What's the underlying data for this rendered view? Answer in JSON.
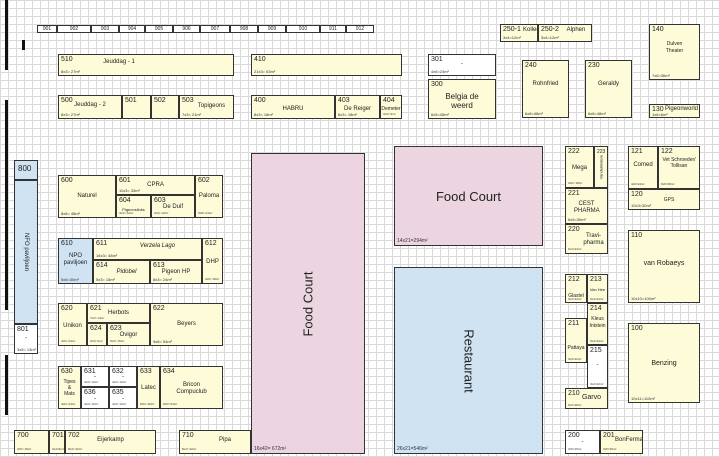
{
  "top_strip": [
    "901",
    "902",
    "903",
    "904",
    "905",
    "906",
    "907",
    "908",
    "909",
    "910",
    "911",
    "912"
  ],
  "stands": {
    "s510": {
      "num": "510",
      "name": "Jeuddag - 1",
      "size": "8x3= 27m²"
    },
    "s410": {
      "num": "410",
      "name": "",
      "size": "21x3= 63m²"
    },
    "s500": {
      "num": "500",
      "name": "Jeuddag - 2",
      "size": "8x3= 27m²"
    },
    "s501": {
      "num": "501",
      "name": "",
      "size": ""
    },
    "s502": {
      "num": "502",
      "name": "",
      "size": ""
    },
    "s503": {
      "num": "503",
      "name": "Topigeons",
      "size": "7x3= 21m²"
    },
    "s400": {
      "num": "400",
      "name": "HABRU",
      "size": "8x3= 18m²"
    },
    "s403": {
      "num": "403",
      "name": "De Reiger",
      "size": "6x3= 18m²"
    },
    "s404": {
      "num": "404",
      "name": "Demeter",
      "size": "3x3= 9m²"
    },
    "s301": {
      "num": "301",
      "name": "-",
      "size": "4x6=24m²"
    },
    "s300": {
      "num": "300",
      "name": "Belgia de weerd",
      "size": "6x5=45m²"
    },
    "s250_1": {
      "num": "250-1",
      "name": "Kollee",
      "size": "3x4=12m²"
    },
    "s250_2": {
      "num": "250-2",
      "name": "Alphen",
      "size": "3x4=12m²"
    },
    "s240": {
      "num": "240",
      "name": "Rohnfried",
      "size": "6x8=48m²"
    },
    "s230": {
      "num": "230",
      "name": "Geraldy",
      "size": "6x8=48m²"
    },
    "s140": {
      "num": "140",
      "name": "Dulven Theater",
      "size": "7x6=36m²"
    },
    "s130": {
      "num": "130",
      "name": "Pigeonworld",
      "size": "1x6=6m²"
    },
    "s800": {
      "num": "800",
      "name": "",
      "size": ""
    },
    "nfo_vert": "NFO paviljoen",
    "s801": {
      "num": "801",
      "name": "-",
      "size": "3x5= 13m²"
    },
    "s600": {
      "num": "600",
      "name": "Naturel",
      "size": "8x8= 48m²"
    },
    "s601": {
      "num": "601",
      "name": "CPRA",
      "size": "11x3= 33m²"
    },
    "s602": {
      "num": "602",
      "name": "Paloma",
      "size": "3x8= 24m²"
    },
    "s604": {
      "num": "604",
      "name": "Pigeonslinks",
      "size": "4x3= 12m²"
    },
    "s603": {
      "num": "603",
      "name": "De Duif",
      "size": "4x3= 12m²"
    },
    "s610": {
      "num": "610",
      "name": "NPO paviljoen",
      "size": "5x6=30m²"
    },
    "s611": {
      "num": "611",
      "name": "Verzela Lago",
      "size": "16x3= 48m²"
    },
    "s612": {
      "num": "612",
      "name": "DHP",
      "size": "3x6= 18m²"
    },
    "s614": {
      "num": "614",
      "name": "Pidobel",
      "size": "5x3= 15m²"
    },
    "s613": {
      "num": "613",
      "name": "Pigeon HP",
      "size": "8x3= 24m²"
    },
    "s620": {
      "num": "620",
      "name": "Unikon",
      "size": "4x6= 24m²"
    },
    "s621": {
      "num": "621",
      "name": "Herbots",
      "size": "7x2= 14m²"
    },
    "s622": {
      "num": "622",
      "name": "Beyers",
      "size": "9x6= 54m²"
    },
    "s624": {
      "num": "624",
      "name": "",
      "size": "3x3= 9m²"
    },
    "s623": {
      "num": "623",
      "name": "Ovigor",
      "size": "5x3= 15m²"
    },
    "s630": {
      "num": "630",
      "name": "Tipes & Mats",
      "size": "4x6= 24m²"
    },
    "s631": {
      "num": "631",
      "name": "-",
      "size": "4x3= 12m²"
    },
    "s632": {
      "num": "632",
      "name": "-",
      "size": "4x3= 12m²"
    },
    "s633": {
      "num": "633",
      "name": "Latec",
      "size": "5x6= 30m²"
    },
    "s634": {
      "num": "634",
      "name": "Bricon Compuclub",
      "size": "9x6= 54m²"
    },
    "s636": {
      "num": "636",
      "name": "-",
      "size": "4x3= 12m²"
    },
    "s635": {
      "num": "635",
      "name": "-",
      "size": "4x3= 12m²"
    },
    "s700": {
      "num": "700",
      "name": "",
      "size": "3x5= 15m²"
    },
    "s701": {
      "num": "701",
      "name": "",
      "size": "3x4=9m²"
    },
    "s702": {
      "num": "702",
      "name": "Eijerkamp",
      "size": "8x4= 32m²"
    },
    "s710": {
      "num": "710",
      "name": "Pipa",
      "size": "8x4= 32m²"
    },
    "food_court_vert": {
      "name": "Food Court",
      "size": "16x42= 672m²"
    },
    "food_court_h": {
      "name": "Food Court",
      "size": "14x21=294m²"
    },
    "restaurant": {
      "name": "Restaurant",
      "size": "26x21=546m²"
    },
    "s222": {
      "num": "222",
      "name": "Mega",
      "size": "3x6= 18m²"
    },
    "s223": {
      "num": "223",
      "name": "Vandekindere",
      "size": ""
    },
    "s221": {
      "num": "221",
      "name": "CEST PHARMA",
      "size": "6x5=30m²"
    },
    "s220": {
      "num": "220",
      "name": "Travi-pharma",
      "size": "6x4=24m²"
    },
    "s121": {
      "num": "121",
      "name": "Comed",
      "size": "4x6=24m²"
    },
    "s122": {
      "num": "122",
      "name": "Vet Schroeder/ Tollisan",
      "size": "6x6=36m²"
    },
    "s120": {
      "num": "120",
      "name": "GPS",
      "size": "10x3=30m²"
    },
    "s110": {
      "num": "110",
      "name": "van Robaeys",
      "size": "10x10=100m²"
    },
    "s212": {
      "num": "212",
      "name": "Glastel",
      "size": "3x4=12m²"
    },
    "s213": {
      "num": "213",
      "name": "Van Hee",
      "size": "3x4=12m²"
    },
    "s214": {
      "num": "214",
      "name": "Kleus Intstein",
      "size": "3x4=12m²"
    },
    "s211": {
      "num": "211",
      "name": "Pattaya",
      "size": "3x4=12m²"
    },
    "s215": {
      "num": "215",
      "name": "-",
      "size": "3x4=12m²"
    },
    "s210": {
      "num": "210",
      "name": "Garvo",
      "size": "6x3=18m²"
    },
    "s100": {
      "num": "100",
      "name": "Benzing",
      "size": "10x11=110m²"
    },
    "s200": {
      "num": "200",
      "name": "-",
      "size": "3x5=15m²"
    },
    "s201": {
      "num": "201",
      "name": "BonFerma",
      "size": "3x5=15m²"
    }
  }
}
